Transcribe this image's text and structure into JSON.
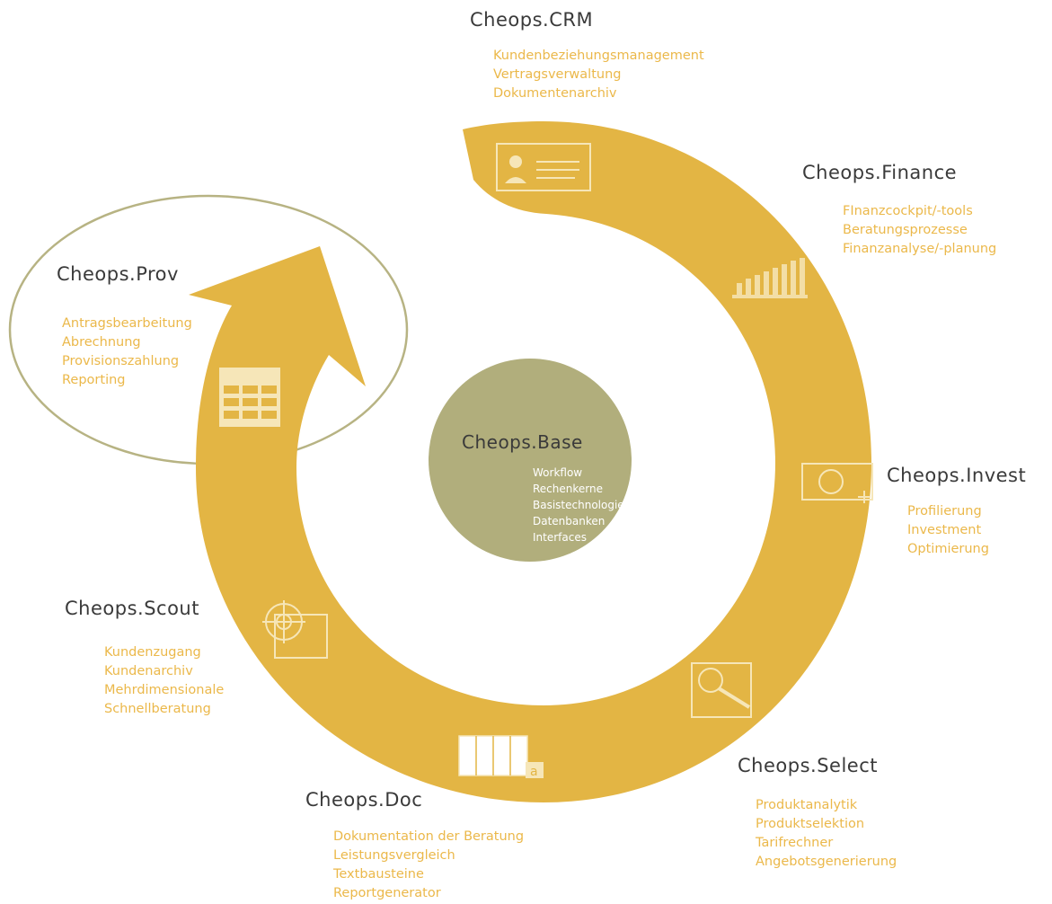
{
  "colors": {
    "ring": "#e3b544",
    "ring_icon": "#f6e6b8",
    "center": "#b1ae7c",
    "oval": "#b7b383",
    "title_text": "#3a3a3a",
    "feature_text": "#ebb84a",
    "base_feature_text": "#ffffff"
  },
  "base": {
    "prefix": "Cheops",
    "suffix": ".Base",
    "features": [
      "Workflow",
      "Rechenkerne",
      "Basistechnologie",
      "Datenbanken",
      "Interfaces"
    ]
  },
  "modules": [
    {
      "id": "crm",
      "prefix": "Cheops",
      "suffix": ".CRM",
      "icon": "contact-card-icon",
      "features": [
        "Kundenbeziehungsmanagement",
        "Vertragsverwaltung",
        "Dokumentenarchiv"
      ]
    },
    {
      "id": "finance",
      "prefix": "Cheops",
      "suffix": ".Finance",
      "icon": "bar-chart-icon",
      "features": [
        "FInanzcockpit/-tools",
        "Beratungsprozesse",
        "Finanzanalyse/-planung"
      ]
    },
    {
      "id": "invest",
      "prefix": "Cheops",
      "suffix": ".Invest",
      "icon": "banknote-icon",
      "features": [
        "Profilierung",
        "Investment",
        "Optimierung"
      ]
    },
    {
      "id": "select",
      "prefix": "Cheops",
      "suffix": ".Select",
      "icon": "magnifier-chart-icon",
      "features": [
        "Produktanalytik",
        "Produktselektion",
        "Tarifrechner",
        "Angebotsgenerierung"
      ]
    },
    {
      "id": "doc",
      "prefix": "Cheops",
      "suffix": ".Doc",
      "icon": "document-stack-icon",
      "features": [
        "Dokumentation der Beratung",
        "Leistungsvergleich",
        "Textbausteine",
        "Reportgenerator"
      ]
    },
    {
      "id": "scout",
      "prefix": "Cheops",
      "suffix": ".Scout",
      "icon": "compass-icon",
      "features": [
        "Kundenzugang",
        "Kundenarchiv",
        "Mehrdimensionale",
        "Schnellberatung"
      ]
    },
    {
      "id": "prov",
      "prefix": "Cheops",
      "suffix": ".Prov",
      "icon": "spreadsheet-icon",
      "features": [
        "Antragsbearbeitung",
        "Abrechnung",
        "Provisionszahlung",
        "Reporting"
      ]
    }
  ]
}
